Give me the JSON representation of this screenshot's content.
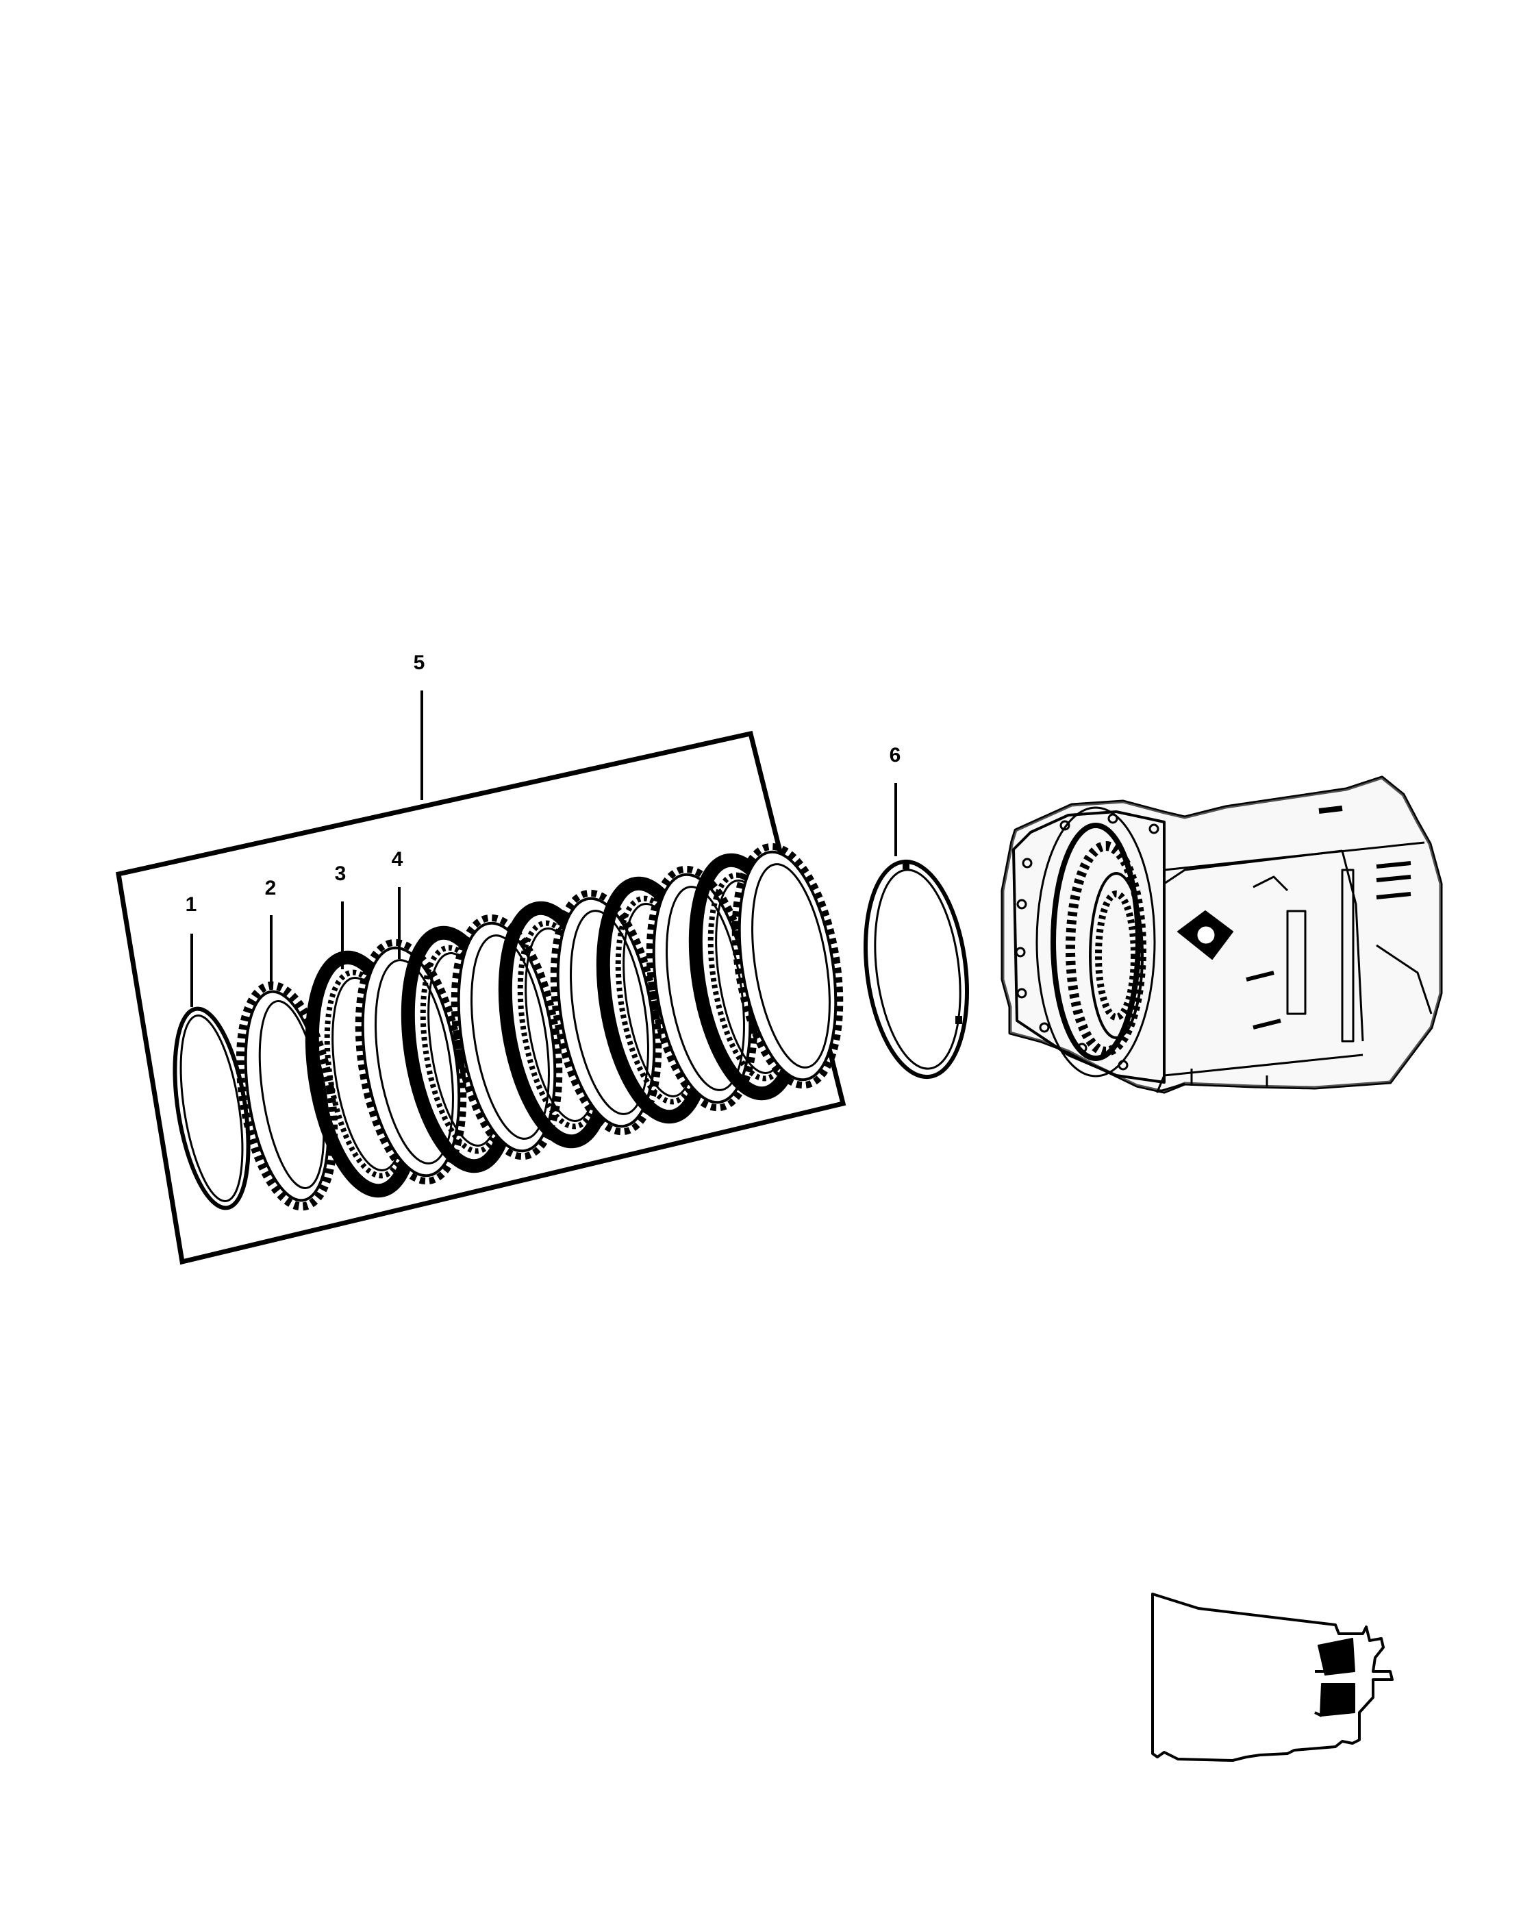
{
  "diagram": {
    "callouts": [
      {
        "id": "1",
        "label": "1"
      },
      {
        "id": "2",
        "label": "2"
      },
      {
        "id": "3",
        "label": "3"
      },
      {
        "id": "4",
        "label": "4"
      },
      {
        "id": "5",
        "label": "5"
      },
      {
        "id": "6",
        "label": "6"
      }
    ],
    "parts": [
      {
        "name": "snap-ring"
      },
      {
        "name": "pressure-plate"
      },
      {
        "name": "friction-disc"
      },
      {
        "name": "steel-plate"
      },
      {
        "name": "clutch-pack-kit"
      },
      {
        "name": "wave-spring"
      },
      {
        "name": "transmission-case"
      },
      {
        "name": "locator-view"
      }
    ],
    "colors": {
      "ink": "#000000",
      "background": "#ffffff"
    }
  }
}
